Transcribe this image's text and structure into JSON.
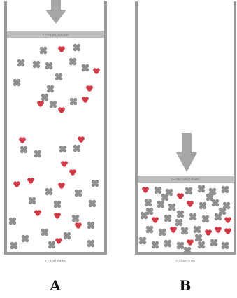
{
  "figure": {
    "panels": [
      {
        "id": "A",
        "caption": "A",
        "piston_label": "P = 101 kPa (1.00 atm)",
        "volume_label": "V = 8 cm³ (0.8 ltrs)",
        "molecules": {
          "gray_count": 34,
          "red_count": 16
        }
      },
      {
        "id": "B",
        "caption": "B",
        "piston_label": "P = 203.1 kPa (2.00 atm)",
        "volume_label": "V = 2 cm³ (1 ltrs)",
        "molecules": {
          "gray_count": 36,
          "red_count": 10
        }
      }
    ],
    "colors": {
      "container_wall": "#9a9a9a",
      "piston": "#bdbdbd",
      "arrow": "#a6a6a6",
      "gray_molecule": "#8f8f8f",
      "red_molecule": "#d23a48"
    },
    "icons": [
      "down-arrow-icon",
      "gas-molecule-icon"
    ]
  }
}
